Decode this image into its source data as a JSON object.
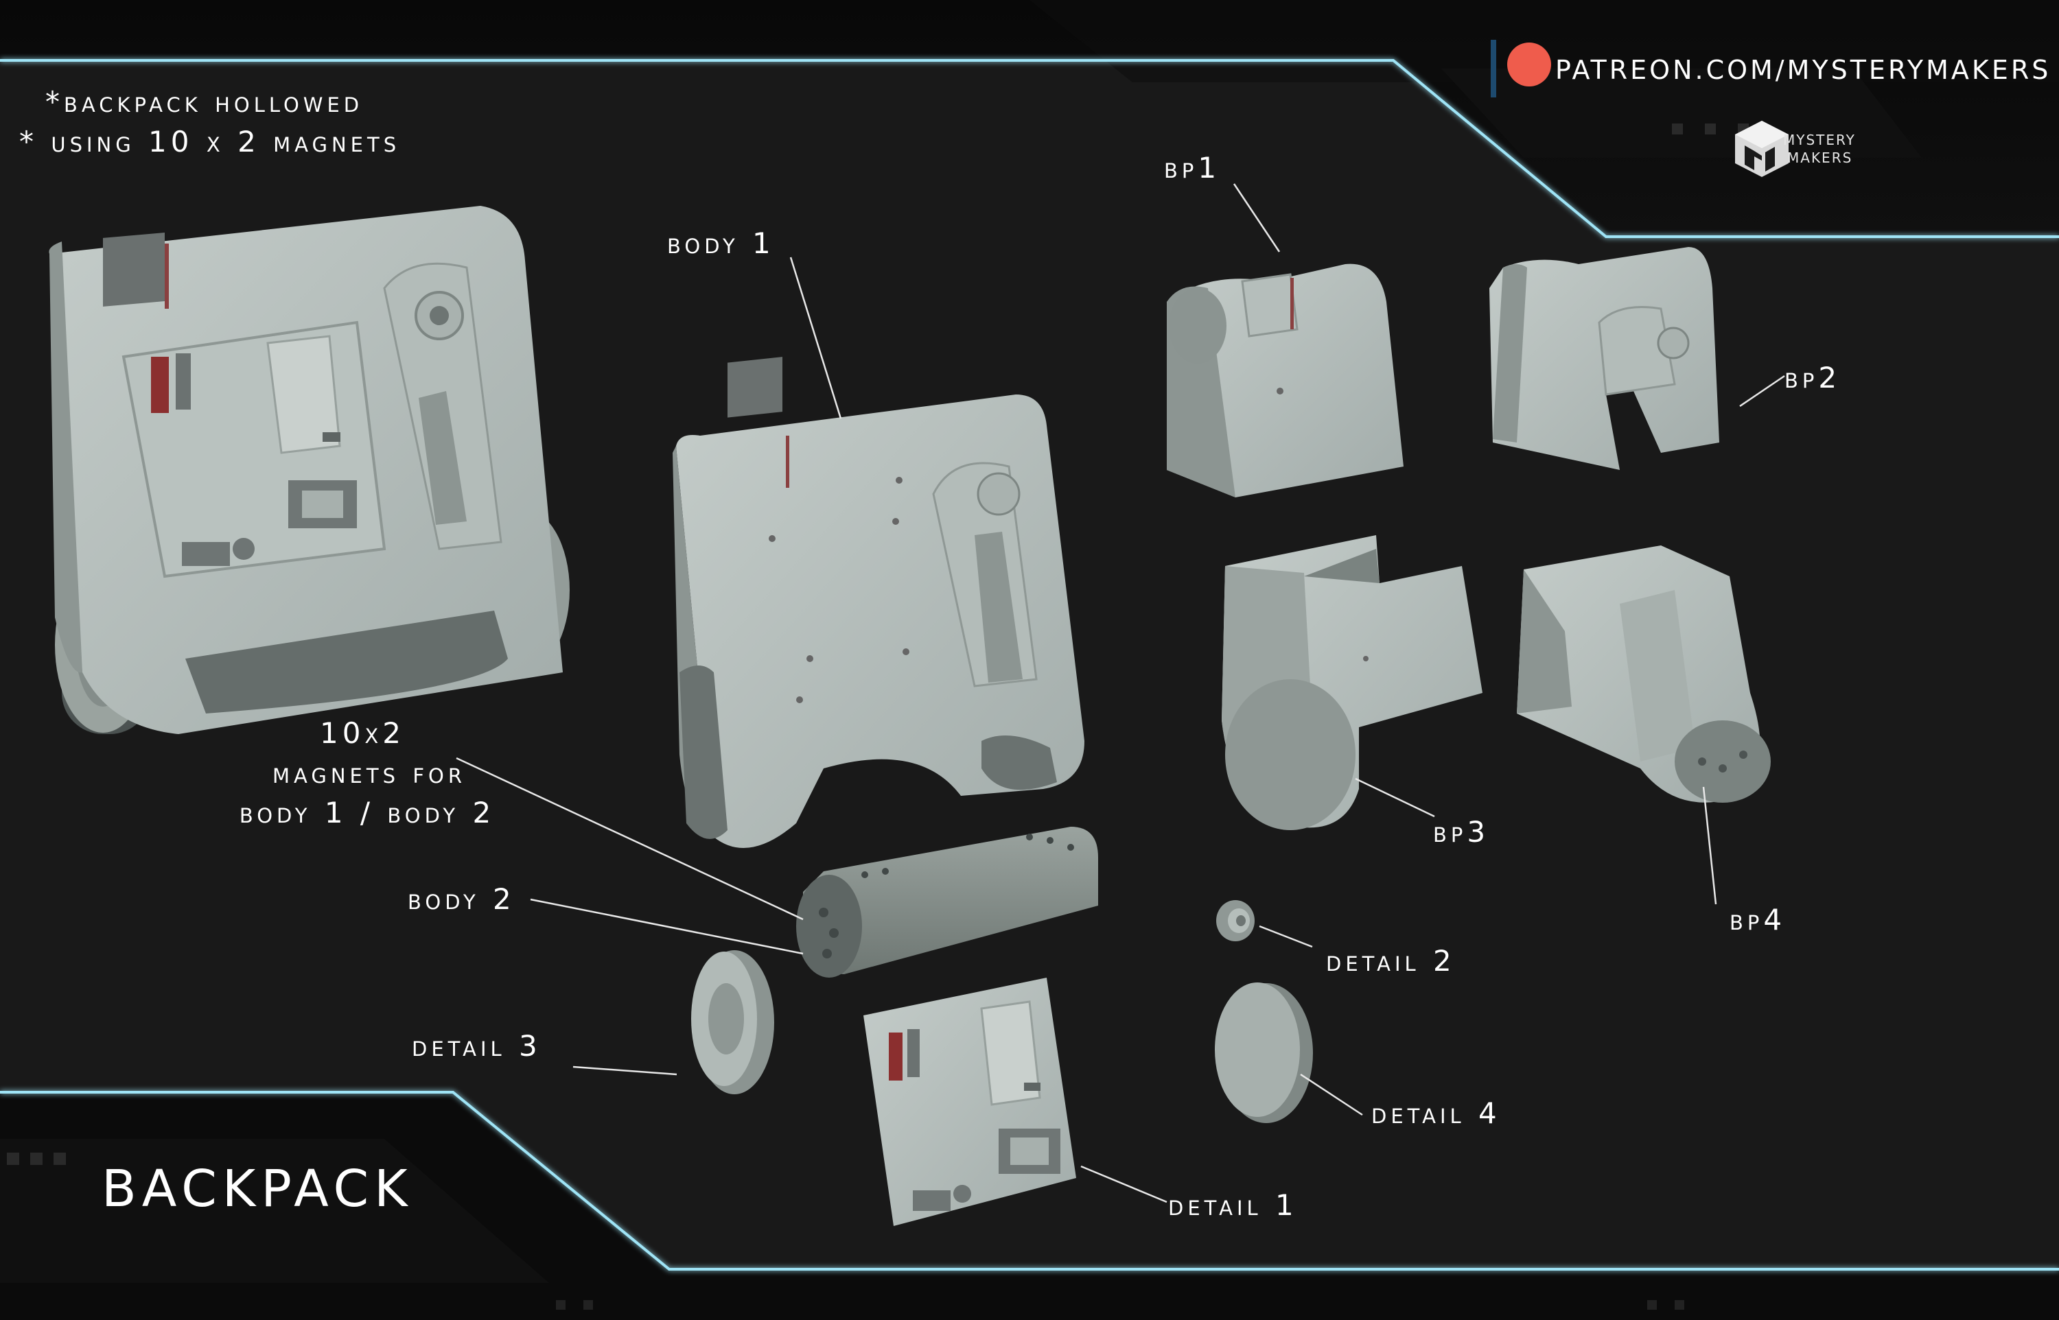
{
  "title": "BACKPACK",
  "notes": {
    "line1": "*BACKPACK HOLLOWED",
    "line2": "* USING 10 x 2 MAGNETS"
  },
  "header": {
    "patreon_url": "PATREON.COM/MYSTERYMAKERS",
    "logo_line1": "MYSTERY",
    "logo_line2": "MAKERS"
  },
  "callouts": {
    "body1": "BODY 1",
    "bp1": "BP1",
    "bp2": "BP2",
    "bp3": "BP3",
    "bp4": "BP4",
    "magnets_l1": "10x2",
    "magnets_l2": "MAGNETS FOR",
    "magnets_l3": "BODY 1 / BODY 2",
    "body2": "BODY 2",
    "detail1": "DETAIL 1",
    "detail2": "DETAIL 2",
    "detail3": "DETAIL 3",
    "detail4": "DETAIL 4"
  },
  "colors": {
    "background": "#181818",
    "accent_line": "#9fe4f6",
    "patreon": "#ef5c4c",
    "part_light": "#a4aeaa",
    "part_dark": "#5e6664"
  }
}
